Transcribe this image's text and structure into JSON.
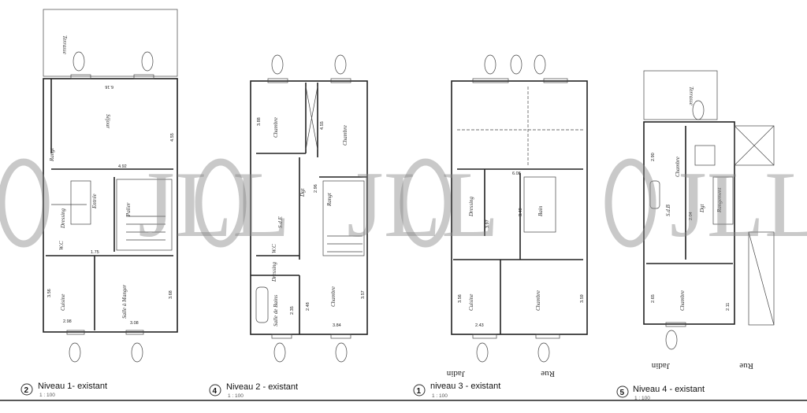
{
  "plans": [
    {
      "number": "2",
      "title": "Niveau 1- existant",
      "scale": "1 : 100",
      "rooms": [
        "Terrasse",
        "Séjour",
        "Rangt",
        "Dressing",
        "Entrée",
        "Palier",
        "W.C",
        "Cuisine",
        "Salle à Manger"
      ],
      "dims": [
        "6.16",
        "4.55",
        "4.92",
        "3.56",
        "3.68",
        "2.98",
        "3.08",
        "1.75"
      ]
    },
    {
      "number": "4",
      "title": "Niveau 2 - existant",
      "scale": "1 : 100",
      "rooms": [
        "Chambre",
        "Chambre",
        "Dgt",
        "S.d.E",
        "Rangt",
        "W.C",
        "Dressing",
        "Salle de Bains",
        "Chambre"
      ],
      "dims": [
        "3.88",
        "4.55",
        "2.96",
        "2.35",
        "2.48",
        "3.57",
        "3.84"
      ]
    },
    {
      "number": "1",
      "title": "niveau 3 - existant",
      "scale": "1 : 100",
      "rooms": [
        "Dressing",
        "Bain",
        "Cuisine",
        "Chambre"
      ],
      "dims": [
        "6.08",
        "3.97",
        "3.49",
        "3.56",
        "3.59",
        "2.43"
      ],
      "orientation": [
        "Jadin",
        "Rue"
      ]
    },
    {
      "number": "5",
      "title": "Niveau 4 - existant",
      "scale": "1 : 100",
      "rooms": [
        "Terrasse",
        "Chambre",
        "S.d.B",
        "Dgt",
        "Chambre",
        "Rangement"
      ],
      "dims": [
        "2.90",
        "2.04",
        "2.65",
        "2.11"
      ],
      "orientation": [
        "Jadin",
        "Rue"
      ]
    }
  ],
  "watermark": "JLL",
  "colors": {
    "line": "#222222",
    "watermark": "#888888"
  }
}
